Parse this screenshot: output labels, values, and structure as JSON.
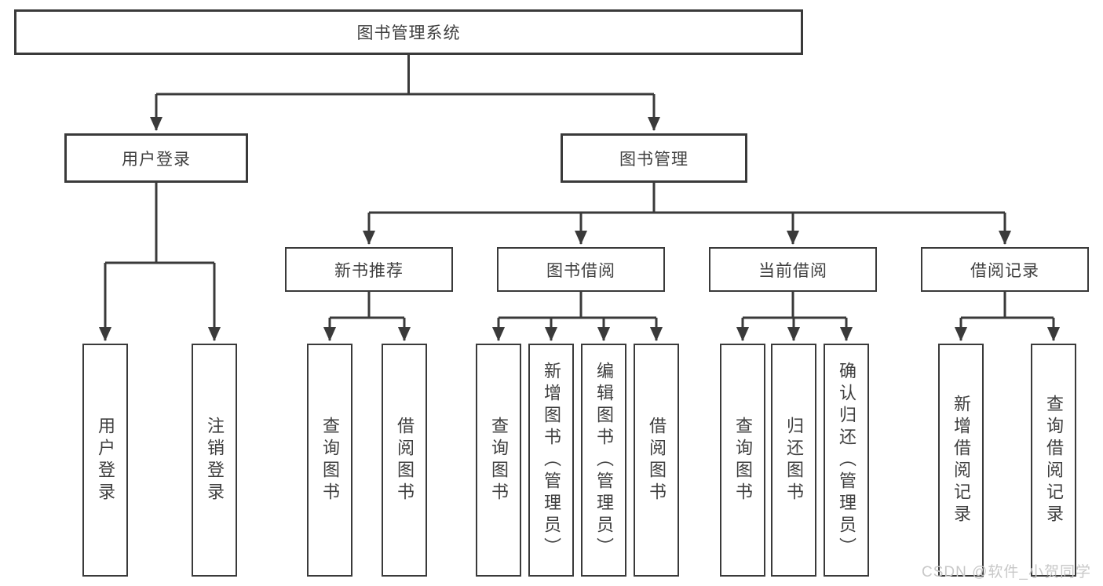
{
  "page": {
    "background": "#ffffff",
    "watermark": {
      "text": "CSDN @软件_小贺同学",
      "color": "#c8c8c8"
    }
  },
  "diagram": {
    "type": "hierarchy-tree",
    "colors": {
      "line": "#3a3a3a",
      "box_border": "#3a3a3a",
      "box_fill": "#ffffff",
      "text": "#3f3f3f"
    },
    "root": {
      "label": "图书管理系统"
    },
    "level2": [
      {
        "label": "用户登录"
      },
      {
        "label": "图书管理"
      }
    ],
    "level3": [
      {
        "label": "新书推荐"
      },
      {
        "label": "图书借阅"
      },
      {
        "label": "当前借阅"
      },
      {
        "label": "借阅记录"
      }
    ],
    "leaves": {
      "user_login": [
        {
          "label": "用户登录"
        },
        {
          "label": "注销登录"
        }
      ],
      "new_book_recommend": [
        {
          "label": "查询图书"
        },
        {
          "label": "借阅图书"
        }
      ],
      "book_borrowing": [
        {
          "label": "查询图书"
        },
        {
          "label": "新增图书（管理员）"
        },
        {
          "label": "编辑图书（管理员）"
        },
        {
          "label": "借阅图书"
        }
      ],
      "current_borrowing": [
        {
          "label": "查询图书"
        },
        {
          "label": "归还图书"
        },
        {
          "label": "确认归还（管理员）"
        }
      ],
      "borrowing_records": [
        {
          "label": "新增借阅记录"
        },
        {
          "label": "查询借阅记录"
        }
      ]
    }
  }
}
